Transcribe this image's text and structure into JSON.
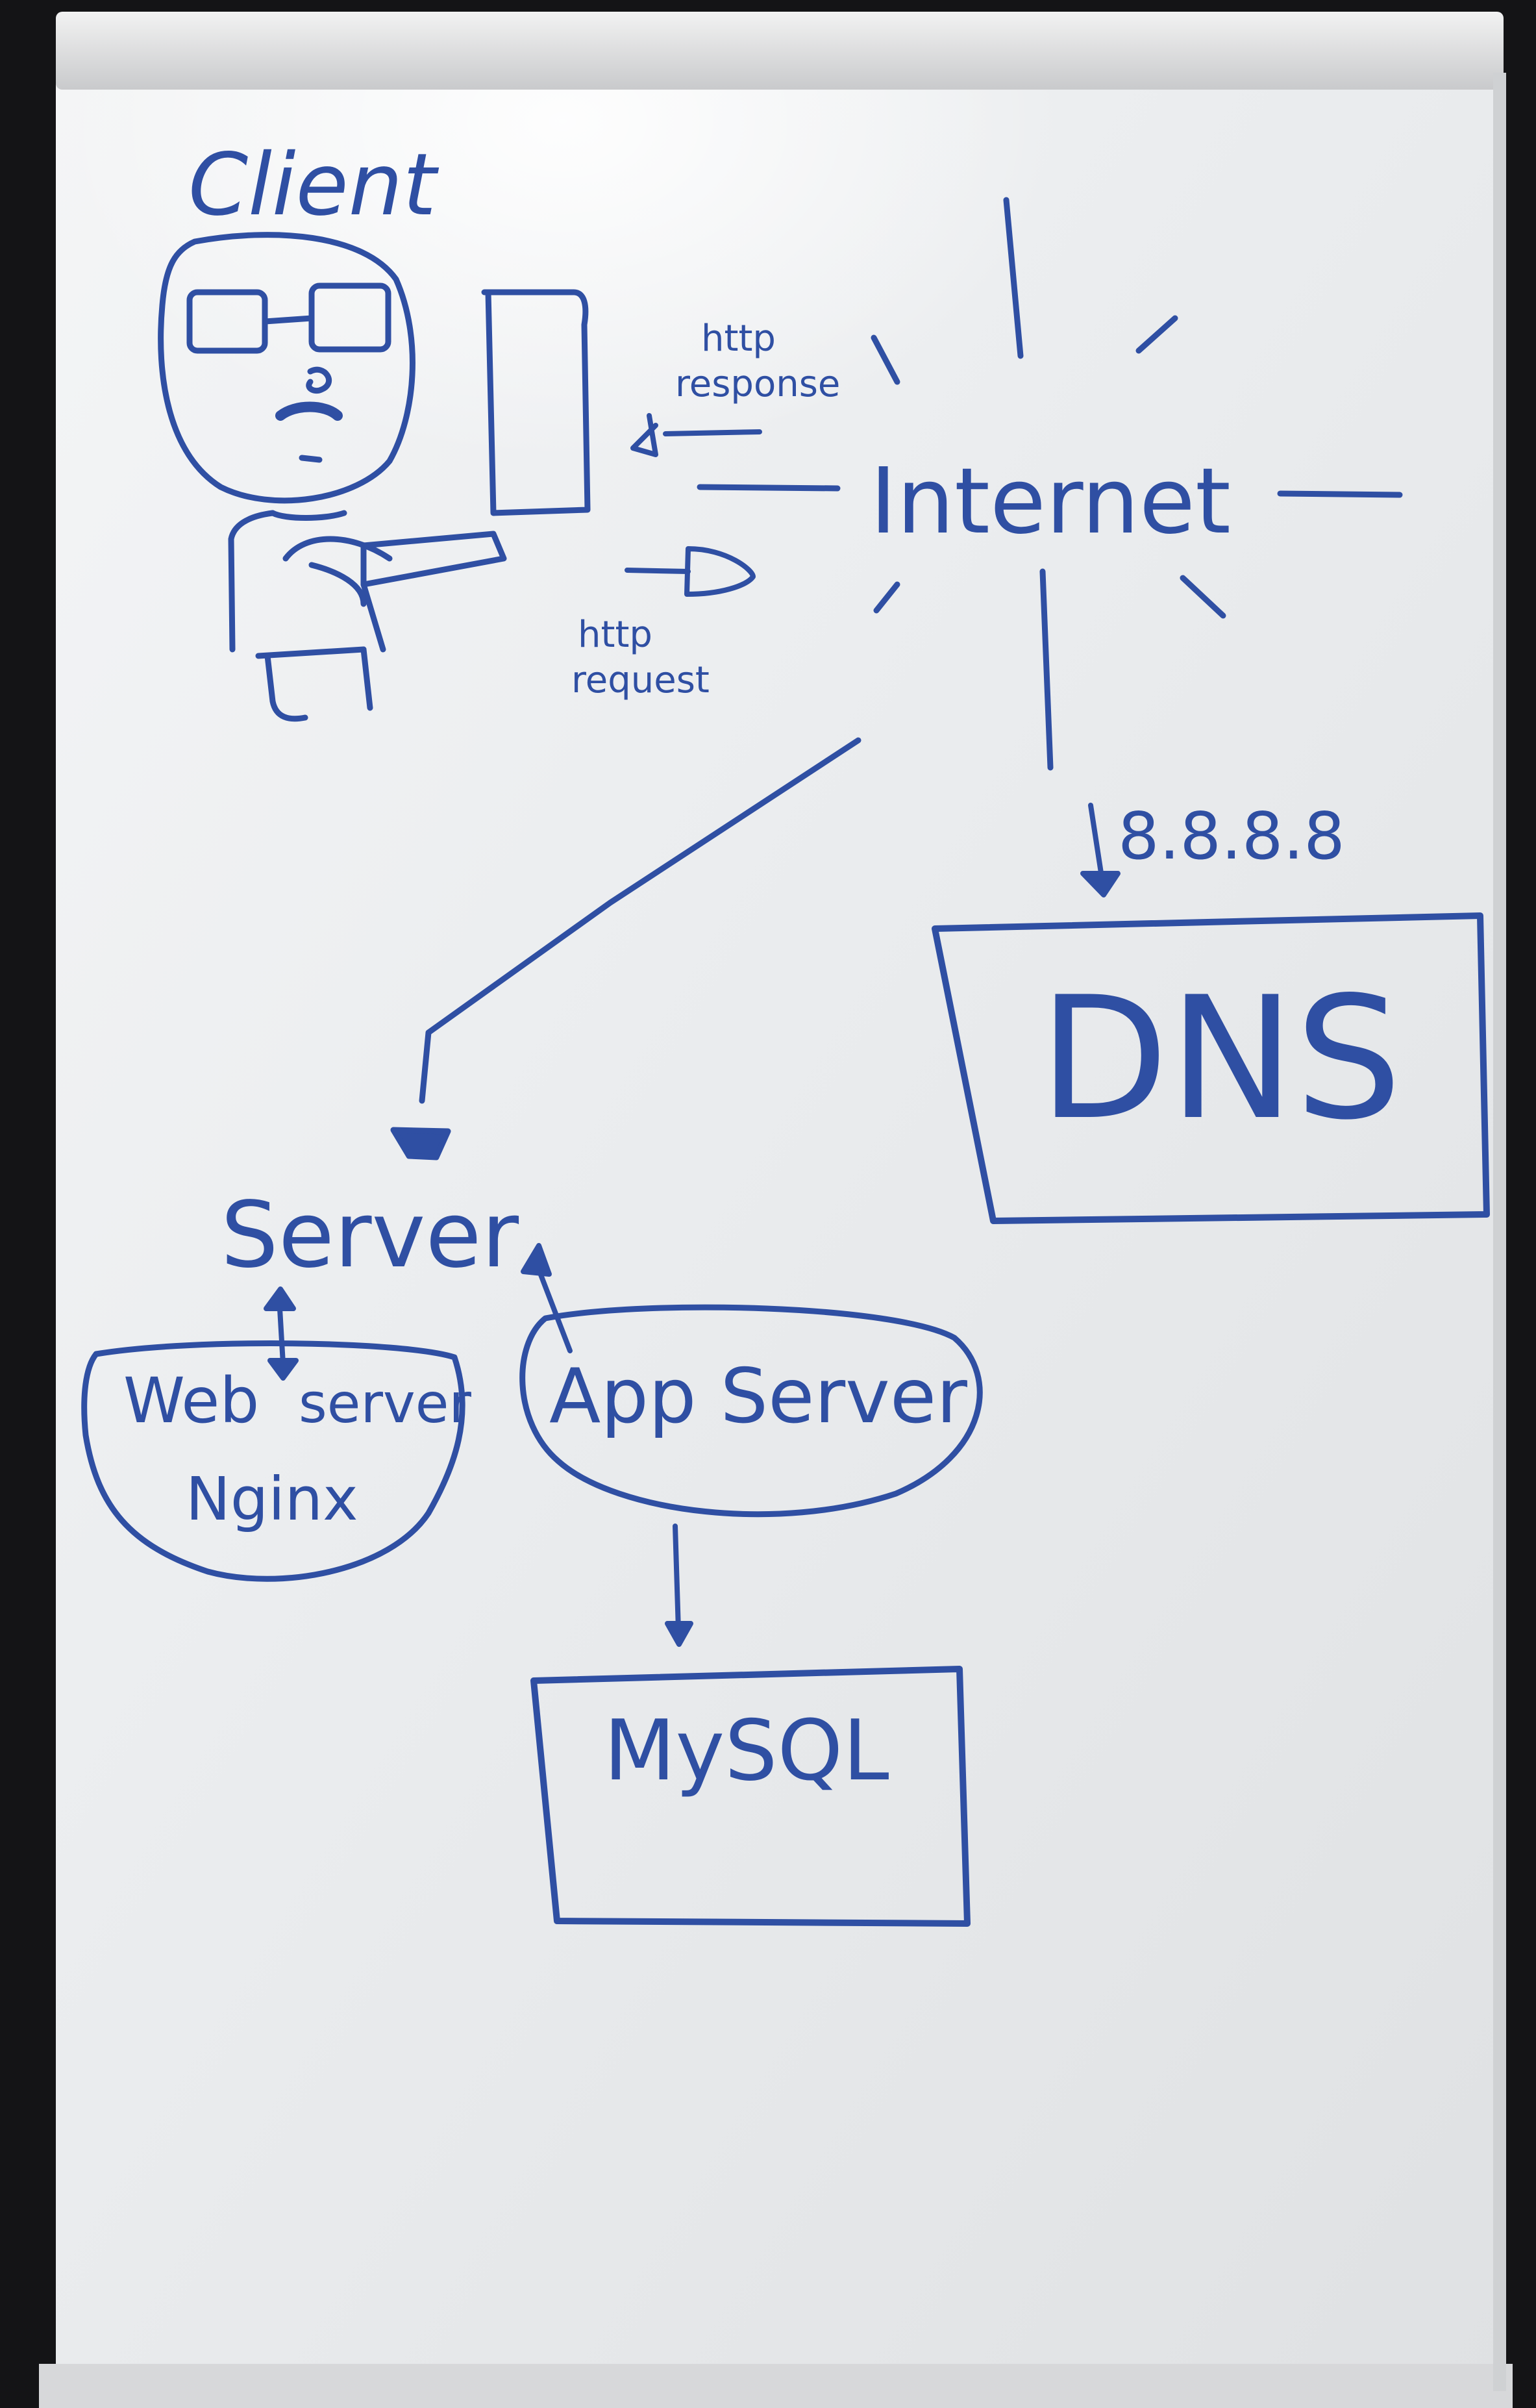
{
  "whiteboard": {
    "client_label": "Client",
    "http_response_label": [
      "http",
      "response"
    ],
    "http_request_label": [
      "http",
      "request"
    ],
    "internet_label": "Internet",
    "dns_ip_label": "8.8.8.8",
    "dns_label": "DNS",
    "server_label": "Server",
    "web_server_label": [
      "Web",
      "server"
    ],
    "nginx_label": "Nginx",
    "app_server_label": "App Server",
    "mysql_label": "MySQL"
  },
  "colors": {
    "ink": "#2f4fa3",
    "board": "#e9eaec",
    "frame": "#141416"
  }
}
